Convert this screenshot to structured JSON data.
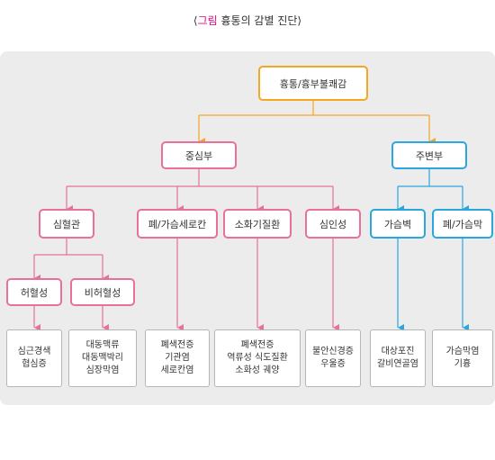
{
  "caption": {
    "prefix": "그림",
    "title": "흉통의 감별 진단"
  },
  "colors": {
    "root": "#f5a623",
    "central": "#e8719a",
    "peripheral": "#2aa7de"
  },
  "diagram": {
    "root": "흉통/흉부불쾌감",
    "central": {
      "label": "중심부",
      "cardio": {
        "label": "심혈관",
        "ischemic": {
          "label": "허혈성",
          "details": [
            "심근경색",
            "협심증"
          ]
        },
        "nonischemic": {
          "label": "비허혈성",
          "details": [
            "대동맥류",
            "대동맥박리",
            "심장막염"
          ]
        }
      },
      "lung": {
        "label": "폐/가슴세로칸",
        "details": [
          "폐색전증",
          "기관염",
          "세로칸염"
        ]
      },
      "gi": {
        "label": "소화기질환",
        "details": [
          "폐색전증",
          "역류성 식도질환",
          "소화성 궤양"
        ]
      },
      "psych": {
        "label": "심인성",
        "details": [
          "불안신경증",
          "우울증"
        ]
      }
    },
    "peripheral": {
      "label": "주변부",
      "chestwall": {
        "label": "가슴벽",
        "details": [
          "대상포진",
          "갈비연골염"
        ]
      },
      "pleura": {
        "label": "폐/가슴막",
        "details": [
          "가슴막염",
          "기흉"
        ]
      }
    }
  }
}
